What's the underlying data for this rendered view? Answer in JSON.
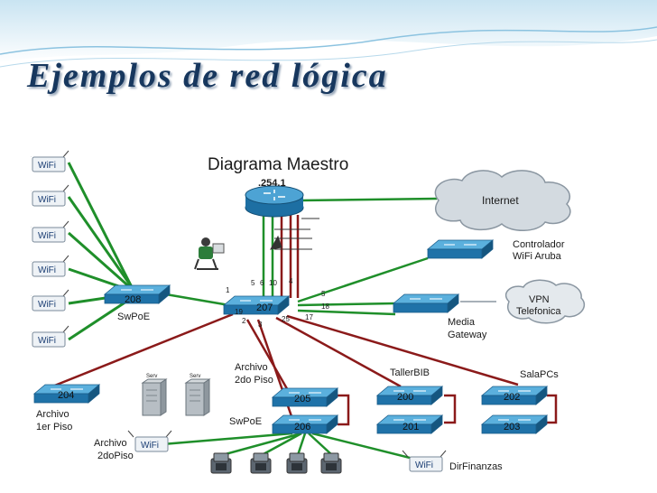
{
  "slide": {
    "title": "Ejemplos de red lógica"
  },
  "diagram": {
    "title": "Diagrama  Maestro",
    "router_label": ".254.1",
    "internet_label": "Internet",
    "vpn_label_line1": "VPN",
    "vpn_label_line2": "Telefonica",
    "controller_line1": "Controlador",
    "controller_line2": "WiFi Aruba",
    "media_line1": "Media",
    "media_line2": "Gateway",
    "wifi_label": "WiFi",
    "swpoe_label": "SwPoE",
    "sw208_num": "208",
    "sw207_num": "207",
    "sw204_num": "204",
    "sw205_num": "205",
    "sw206_num": "206",
    "sw200_num": "200",
    "sw201_num": "201",
    "sw202_num": "202",
    "sw203_num": "203",
    "archivo_1er_line1": "Archivo",
    "archivo_1er_line2": "1er Piso",
    "archivo_2do_line1": "Archivo",
    "archivo_2do_line2": "2do Piso",
    "archivo_2dopiso_line1": "Archivo",
    "archivo_2dopiso_line2": "2doPiso",
    "tallerbib_label": "TallerBIB",
    "salapcs_label": "SalaPCs",
    "dirfinanzas_label": "DirFinanzas",
    "server_label": "Serv",
    "ports": {
      "p1": "1",
      "p2": "2",
      "p3": "3",
      "p4": "4",
      "p5": "5",
      "p5b": "5",
      "p6": "6",
      "p10": "10",
      "p17": "17",
      "p18": "18",
      "p19": "19",
      "p25": "25"
    }
  },
  "colors": {
    "title": "#17375e",
    "link_green": "#1f8f2a",
    "link_red": "#8b1a1a",
    "switch_top": "#4da3d4",
    "switch_side": "#1d6fa3",
    "router": "#2f8fcf"
  }
}
